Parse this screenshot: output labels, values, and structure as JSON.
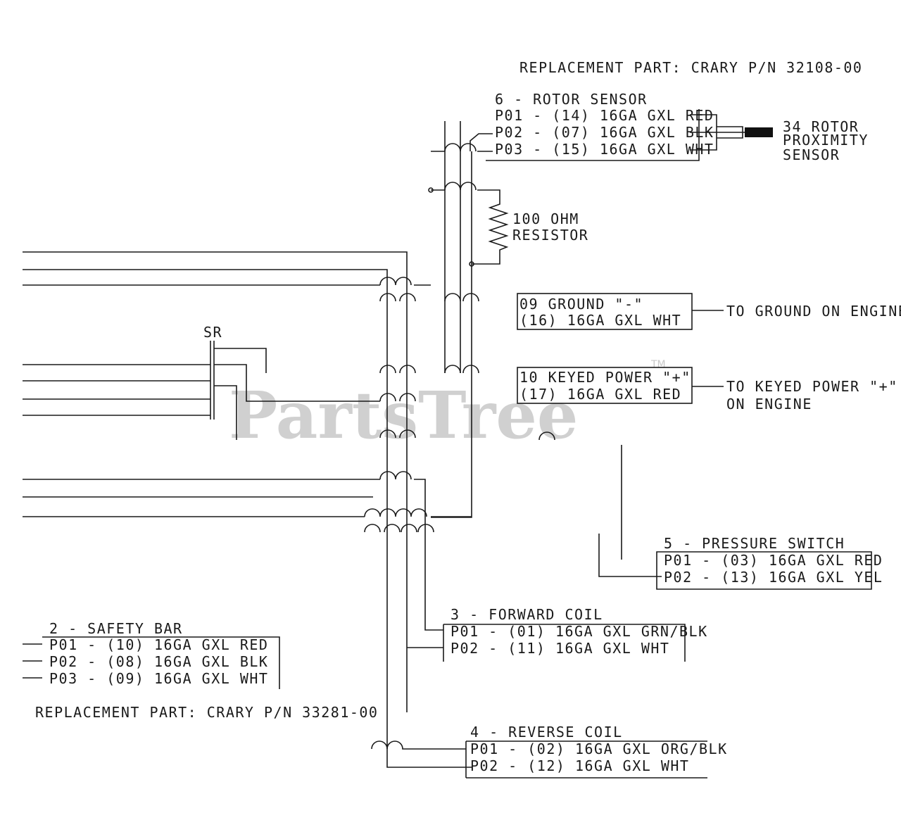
{
  "watermark": {
    "brand": "PartsTree",
    "tm": "TM"
  },
  "replacement_top": "REPLACEMENT PART:  CRARY P/N 32108-00",
  "replacement_bottom": "REPLACEMENT PART:  CRARY P/N 33281-00",
  "rotor_sensor": {
    "title": "6 - ROTOR SENSOR",
    "rows": [
      "P01 - (14) 16GA GXL RED",
      "P02 - (07) 16GA GXL BLK",
      "P03 - (15) 16GA GXL WHT"
    ]
  },
  "proximity_sensor": [
    "34 ROTOR",
    "PROXIMITY",
    "SENSOR"
  ],
  "resistor": [
    "100 OHM",
    "RESISTOR"
  ],
  "ground": {
    "rows": [
      "09   GROUND \"-\"",
      "(16) 16GA GXL WHT"
    ],
    "target": "TO GROUND ON ENGINE"
  },
  "keyed_power": {
    "rows": [
      "10   KEYED POWER \"+\"",
      "(17) 16GA GXL RED"
    ],
    "target": [
      "TO KEYED POWER \"+\"",
      "ON ENGINE"
    ]
  },
  "sr_label": "SR",
  "pressure_switch": {
    "title": "5 - PRESSURE SWITCH",
    "rows": [
      "P01 - (03) 16GA GXL RED",
      "P02 - (13) 16GA GXL YEL"
    ]
  },
  "forward_coil": {
    "title": "3 - FORWARD COIL",
    "rows": [
      "P01 - (01) 16GA GXL GRN/BLK",
      "P02 - (11) 16GA GXL WHT"
    ]
  },
  "safety_bar": {
    "title": "2 - SAFETY BAR",
    "rows": [
      "P01 - (10) 16GA GXL RED",
      "P02 - (08) 16GA GXL BLK",
      "P03 - (09) 16GA GXL WHT"
    ]
  },
  "reverse_coil": {
    "title": "4 - REVERSE COIL",
    "rows": [
      "P01 - (02) 16GA GXL ORG/BLK",
      "P02 - (12) 16GA GXL WHT"
    ]
  }
}
